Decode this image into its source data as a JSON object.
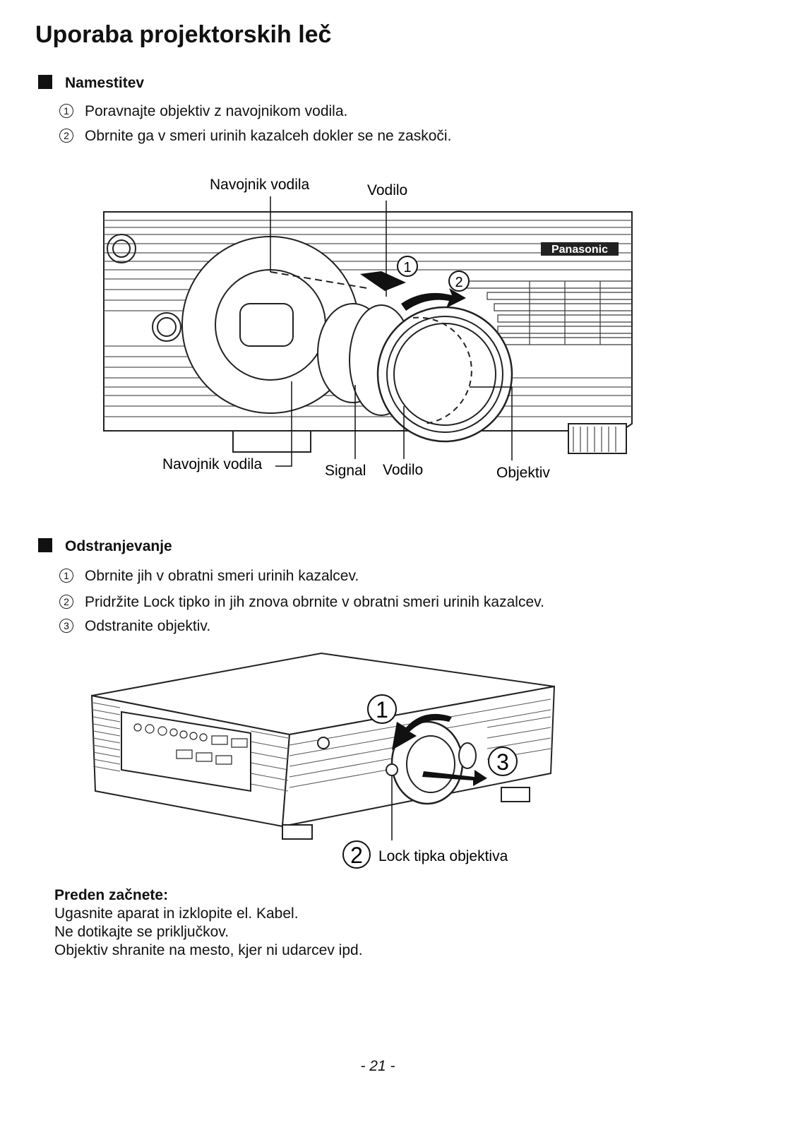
{
  "page_title": "Uporaba projektorskih leč",
  "install": {
    "heading": "Namestitev",
    "steps": [
      {
        "num": "1",
        "text": "Poravnajte objektiv z navojnikom vodila."
      },
      {
        "num": "2",
        "text": "Obrnite ga v smeri urinih kazalceh dokler se ne zaskoči."
      }
    ],
    "figure": {
      "brand": "Panasonic",
      "labels": {
        "guide_thread_top": "Navojnik vodila",
        "guide_top": "Vodilo",
        "guide_thread_bottom": "Navojnik vodila",
        "signal": "Signal",
        "guide_bottom": "Vodilo",
        "lens": "Objektiv"
      },
      "markers": [
        "1",
        "2"
      ]
    }
  },
  "remove": {
    "heading": "Odstranjevanje",
    "steps": [
      {
        "num": "1",
        "text": "Obrnite jih v obratni smeri urinih kazalcev."
      },
      {
        "num": "2",
        "text": "Pridržite Lock tipko in jih znova obrnite v obratni smeri urinih kazalcev."
      },
      {
        "num": "3",
        "text": "Odstranite objektiv."
      }
    ],
    "figure": {
      "markers": [
        "1",
        "2",
        "3"
      ],
      "lock_label": "Lock tipka objektiva"
    }
  },
  "note": {
    "title": "Preden začnete:",
    "lines": [
      "Ugasnite aparat in izklopite el. Kabel.",
      "Ne dotikajte se priključkov.",
      "Objektiv shranite na mesto, kjer ni udarcev ipd."
    ]
  },
  "page_number": "- 21 -"
}
